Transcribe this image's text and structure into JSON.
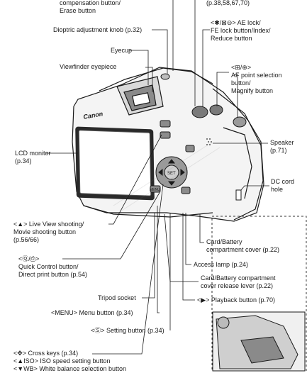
{
  "labels": {
    "exposure_comp": [
      "compensation button/",
      "Erase button"
    ],
    "top_right_pages": "(p.38,58,67,70)",
    "dioptric": "Dioptric adjustment knob (p.32)",
    "ae_lock": [
      "<✱/⊠⊖> AE lock/",
      "FE lock button/Index/",
      "Reduce button"
    ],
    "eyecup": "Eyecup",
    "viewfinder": "Viewfinder eyepiece",
    "af_point": [
      "<⊞/⊕>",
      "AF point selection",
      "button/",
      "Magnify button"
    ],
    "speaker": [
      "Speaker",
      "(p.71)"
    ],
    "lcd_monitor": [
      "LCD monitor",
      "(p.34)"
    ],
    "dc_cord": [
      "DC cord",
      "hole"
    ],
    "live_view": [
      "<▲> Live View shooting/",
      "Movie shooting button",
      "(p.56/66)"
    ],
    "card_cover": [
      "Card/Battery",
      "compartment cover (p.22)"
    ],
    "quick_control": [
      "<Ⓠ/⎙>",
      "Quick Control button/",
      "Direct print button (p.54)"
    ],
    "access_lamp": "Access lamp (p.24)",
    "release_lever": [
      "Card/Battery compartment",
      "cover release lever (p.22)"
    ],
    "tripod": "Tripod socket",
    "playback": "<▶> Playback button (p.70)",
    "menu": "<MENU> Menu button (p.34)",
    "setting": "<Ⓢ> Setting button (p.34)",
    "cross_keys": "<✥> Cross keys (p.34)",
    "iso": "<▲ISO>     ISO speed setting button",
    "wb": "<▼WB>      White balance selection button"
  },
  "camera_text": {
    "brand": "Canon",
    "set": "SET",
    "menu_btn": "MENU"
  },
  "colors": {
    "ink": "#1a1a1a",
    "lcd": "#ffffff"
  }
}
